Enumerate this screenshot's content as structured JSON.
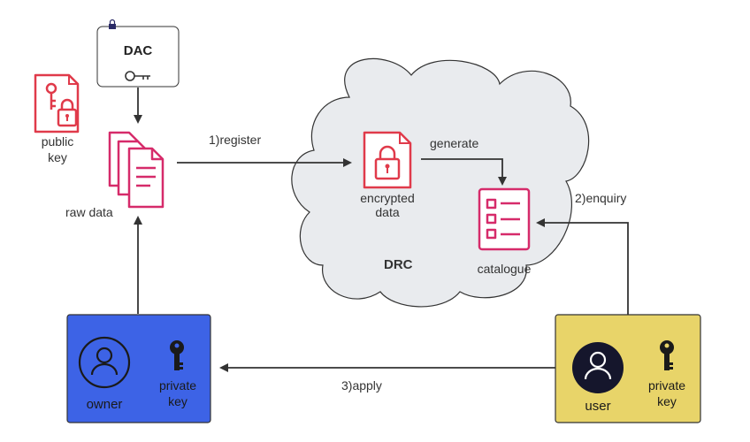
{
  "dac": {
    "label": "DAC"
  },
  "public_key": {
    "line1": "public",
    "line2": "key"
  },
  "raw_data": {
    "label": "raw data"
  },
  "edges": {
    "register": "1)register",
    "generate": "generate",
    "enquiry": "2)enquiry",
    "apply": "3)apply"
  },
  "drc": {
    "label": "DRC",
    "encrypted_line1": "encrypted",
    "encrypted_line2": "data",
    "catalogue": "catalogue"
  },
  "owner": {
    "label": "owner",
    "key_line1": "private",
    "key_line2": "key"
  },
  "user": {
    "label": "user",
    "key_line1": "private",
    "key_line2": "key"
  },
  "colors": {
    "owner_box": "#3d63e6",
    "user_box": "#e8d469",
    "red_icon": "#e03a4a",
    "pink_icon": "#d62b6a",
    "cloud_fill": "#e9ebee"
  }
}
